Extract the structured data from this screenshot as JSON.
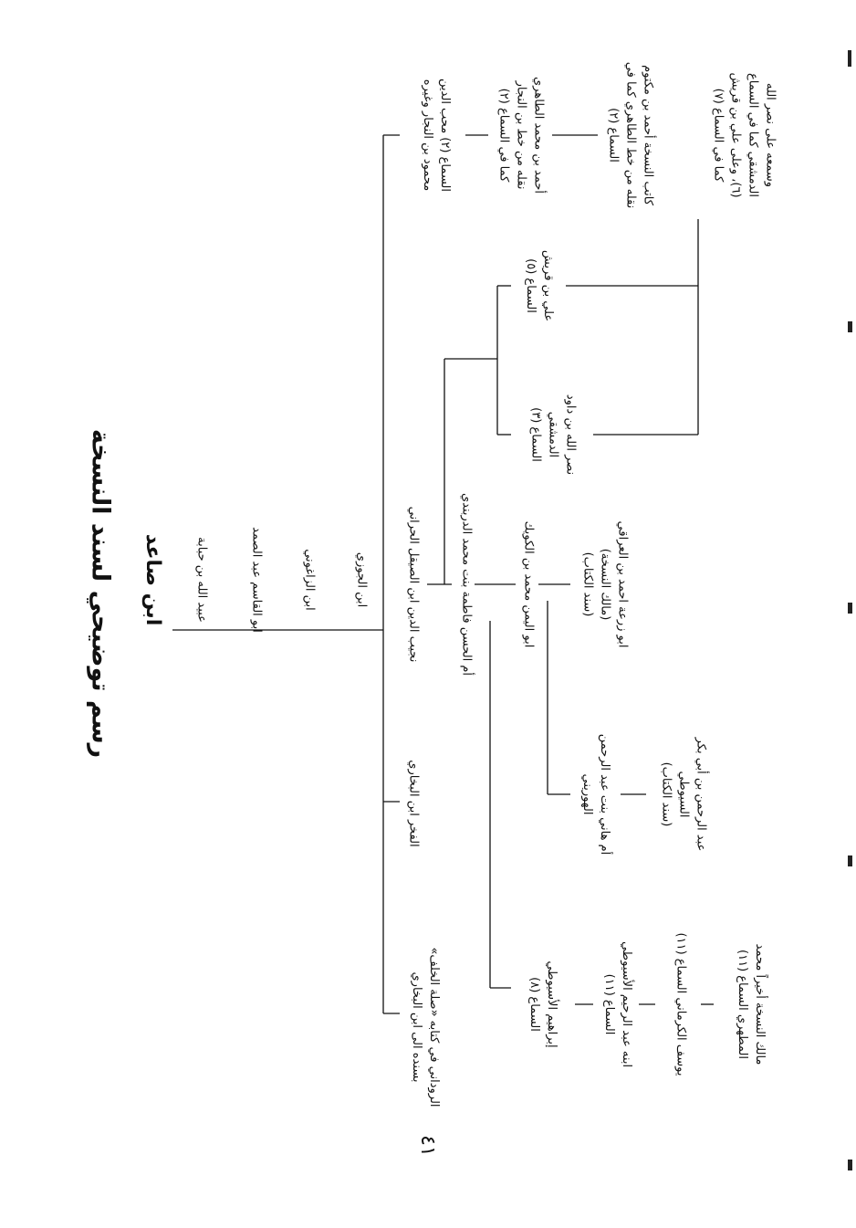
{
  "title": "رسم توضيحي لسند النسخة",
  "page_number": "٤١",
  "nodes": {
    "ibn_saed": "ابن صاعد",
    "abdullah_hubaba": "عبيد الله بن حبابة",
    "abulqasim": "ابو القاسم عبد الصمد",
    "ibn_zaghouni": "ابن الزاغوني",
    "ibn_jawzi": "ابن الجوزي",
    "najib": "نجيب الدين ابن الصيقل الحراني",
    "fakhr": "الفخر ابن البخاري",
    "rudani": [
      "الروداني في كتابه «صلة الخلف»",
      "بسنده الى ابن البخاري"
    ],
    "umm_hasan": "أم الحسن فاطمة بنت محمد الدربندي",
    "abulyumn": "ابو اليمن محمد بن الكويك",
    "abuzura": [
      "ابو زرعة احمد بن العراقي",
      "(مالك النسخة)",
      "(سند الكتاب)"
    ],
    "umm_hani": [
      "أم هاني بنت عبد الرحمن",
      "الهوريني"
    ],
    "abdurrahman_suyuti": [
      "عبد الرحمن بن أبي بكر",
      "السيوطي",
      "(سند الكتاب)"
    ],
    "ibrahim": [
      "إبراهيم الأسيوطي",
      "السماع (٨)"
    ],
    "abdurrahim": [
      "ابنه عبد الرحيم الأسيوطي",
      "السماع (١١)"
    ],
    "yusuf": [
      "يوسف الكرماني السماع (١١)"
    ],
    "malik_final": [
      "مالك النسخة أخيراً محمد",
      "المطهري السماع (١١)"
    ],
    "samaa2": [
      "السماع (٢) محب الدين",
      "محمود بن النجار وغيره"
    ],
    "ahmad_tahiri": [
      "أحمد بن محمد الطاهري",
      "نقله من خط بن النجار",
      "كما في السماع (٢)"
    ],
    "katib": [
      "كاتب النسخة أحمد بن مكتوم",
      "نقله من خط الطاهري كما في",
      "السماع (٢)"
    ],
    "samaahu": [
      "وسمعه على نصر الله",
      "الدمشقي كما في السماع",
      "(٦)، وعلى علي بن قريش",
      "كما في السماع (٧)"
    ],
    "ali_quraysh": [
      "علي بن قريش",
      "السماع (٥)"
    ],
    "nasrallah": [
      "نصر الله بن داود",
      "الدمشقي",
      "السماع (٣)"
    ]
  }
}
